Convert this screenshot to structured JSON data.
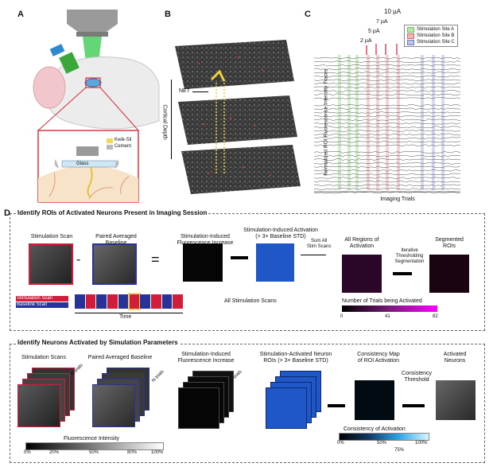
{
  "panel_a": {
    "letter": "A",
    "inset_labels": {
      "kwik_sil": "Kwik-Sil",
      "cement": "Cement",
      "glass": "Glass"
    },
    "colors": {
      "kwik_sil": "#f3d65a",
      "cement": "#b9b9b9",
      "glass": "#cfe6f5",
      "laser": "#22c43a",
      "brain": "#f6e3c8",
      "box": "#d62a3a"
    }
  },
  "panel_b": {
    "letter": "B",
    "net_label": "NET",
    "axis_label": "Cortical Depth",
    "colors": {
      "probe": "#f0d23a",
      "roi": "#d03030"
    }
  },
  "panel_c": {
    "letter": "C",
    "ylabel": "Normalized ROI Fluorescence Intensity Traces",
    "xlabel": "Imaging Trials",
    "currents": [
      "2 µA",
      "5 µA",
      "7 µA",
      "10 µA"
    ],
    "legend": [
      {
        "label": "Stimulation Site A",
        "color": "#b9e5b0"
      },
      {
        "label": "Stimulation Site B",
        "color": "#f0b6b6"
      },
      {
        "label": "Stimulation Site C",
        "color": "#b9c3ea"
      }
    ]
  },
  "panel_d": {
    "letter": "D",
    "top": {
      "title": "Identify ROIs of Activated Neurons Present in Imaging Session",
      "stim_scan": "Stimulation Scan",
      "paired_baseline": "Paired Averaged Baseline",
      "minus": "-",
      "equals": "=",
      "fluor_increase": "Stimulation-Induced\nFluorescence Increase",
      "activation": "Stimulation-Induced Activation\n(> 3× Baseline STD)",
      "sum_all": "Sum All\nStim Scans",
      "all_regions": "All Regions of\nActivation",
      "iterative": "Iterative\nThresholding\nSegmentation",
      "segmented": "Segmented\nROIs",
      "all_stim_scans": "All Stimulation Scans",
      "legend_stim": "Stimulation Scan",
      "legend_base": "Baseline Scan",
      "time": "Time",
      "colorbar_title": "Number of Trials being Activated",
      "colorbar_ticks": [
        "0",
        "41",
        "82"
      ],
      "colors": {
        "stim": "#d21c3c",
        "base": "#28339a",
        "activation_bg": "#1f56c8"
      }
    },
    "bottom": {
      "title": "Identify Neurons Activated by Simulation Parameters",
      "stim_scans": "Stimulation Scans",
      "n_trials": "N trials",
      "paired_baseline": "Paired Averaged Baseline",
      "fluor_increase": "Stimulation-Induced\nFluorescence Increase",
      "activated_rois": "Stimulation-Activated Neuron\nROIs (> 3× Baseline STD)",
      "consistency_map": "Consistency Map\nof ROI Activation",
      "consistency_threshold": "Consistency\nThreshold",
      "activated_neurons": "Activated\nNeurons",
      "fluor_bar_title": "Fluorescence Intensity",
      "fluor_ticks": [
        "0%",
        "20%",
        "50%",
        "80%",
        "100%"
      ],
      "consistency_bar_title": "Consistency of Activation",
      "consistency_ticks": [
        "0%",
        "50%",
        "100%"
      ],
      "consistency_extra": "75%"
    }
  }
}
